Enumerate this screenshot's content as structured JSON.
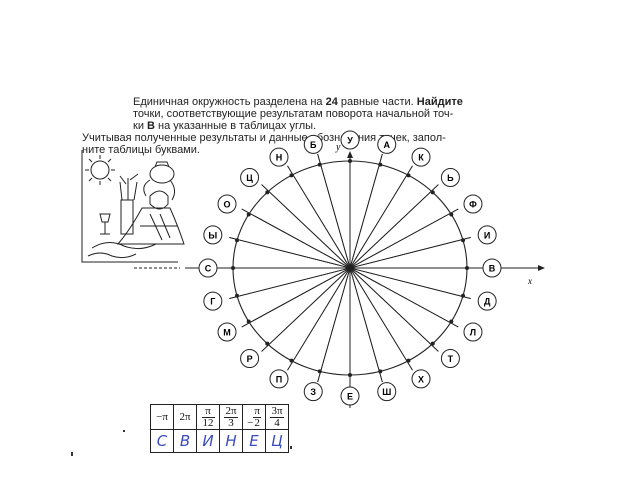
{
  "text": {
    "line1a": "Единичная окружность разделена на ",
    "line1b": "24",
    "line1c": " равные части. ",
    "line1d": "Найдите",
    "line2": "точки, соответствующие результатам поворота начальной точ-",
    "line3a": "ки ",
    "line3b": "В",
    "line3c": " на указанные в таблицах углы.",
    "line4": "Учитывая полученные результаты и данные обозначения точек, запол-",
    "line5": "ните таблицы буквами."
  },
  "axes": {
    "x": "x",
    "y": "y"
  },
  "circle_letters": [
    "В",
    "И",
    "Ф",
    "Ь",
    "К",
    "А",
    "У",
    "Б",
    "Н",
    "Ц",
    "О",
    "Ы",
    "С",
    "Г",
    "М",
    "Р",
    "П",
    "З",
    "Е",
    "Ш",
    "Х",
    "Т",
    "Л",
    "Д"
  ],
  "table": {
    "angles": [
      {
        "plain": "−π"
      },
      {
        "plain": "2π"
      },
      {
        "num": "π",
        "den": "12"
      },
      {
        "num": "2π",
        "den": "3"
      },
      {
        "sign": "−",
        "num": "π",
        "den": "2"
      },
      {
        "num": "3π",
        "den": "4"
      }
    ],
    "answers": [
      "С",
      "В",
      "И",
      "Н",
      "Е",
      "Ц"
    ]
  },
  "colors": {
    "ink": "#222222",
    "handwriting": "#3a4bbf"
  },
  "icons": {
    "illustration": "woman-with-water-jug-illustration"
  }
}
